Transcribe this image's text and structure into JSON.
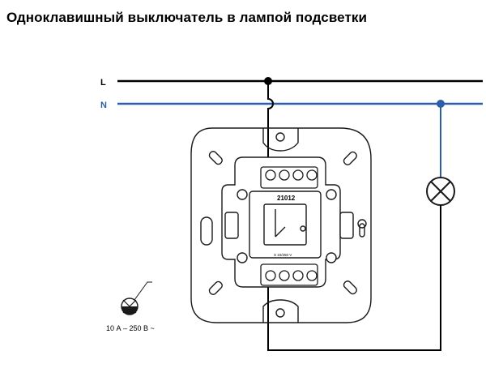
{
  "title": "Одноклавишный выключатель в лампой подсветки",
  "lines": {
    "live_label": "L",
    "neutral_label": "N"
  },
  "switch": {
    "model": "21012",
    "rating_small": "S 10/250 V"
  },
  "lamp_note": {
    "rating": "10 А – 250 В ~"
  },
  "colors": {
    "live": "#000000",
    "neutral": "#2b5ea8",
    "outline": "#1a1a1a"
  }
}
